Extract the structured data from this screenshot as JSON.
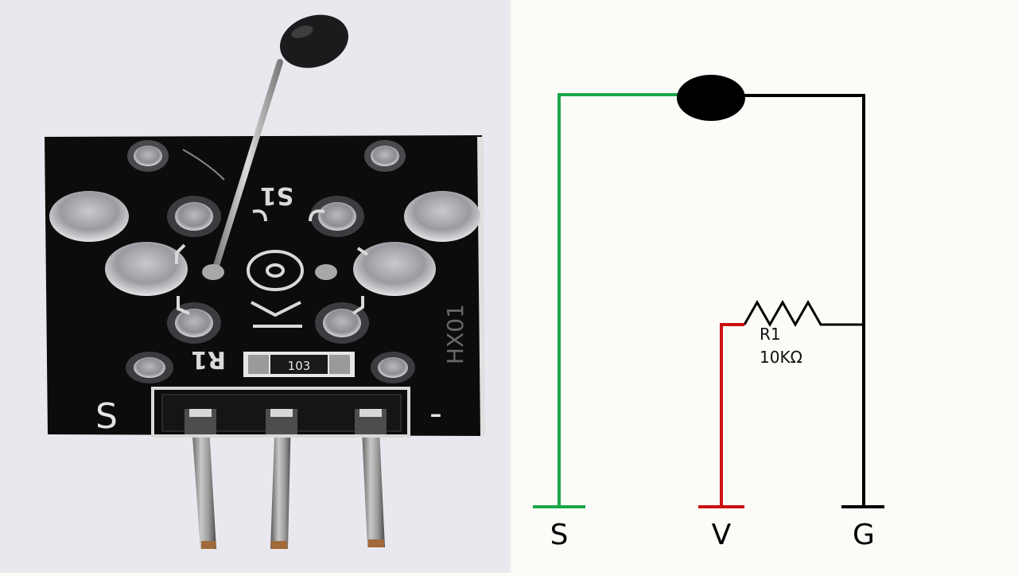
{
  "photo": {
    "silkscreen_s1": "S1",
    "silkscreen_r1": "R1",
    "silkscreen_s": "S",
    "silkscreen_minus": "-",
    "smd_code": "103",
    "vertical_marking": "HX01"
  },
  "schematic": {
    "resistor_ref": "R1",
    "resistor_value": "10KΩ",
    "terminals": [
      {
        "label": "S",
        "wire_color": "#1aa84a"
      },
      {
        "label": "V",
        "wire_color": "#cc1111"
      },
      {
        "label": "G",
        "wire_color": "#000000"
      }
    ]
  },
  "colors": {
    "signal_wire": "#1aa84a",
    "vcc_wire": "#cc1111",
    "ground_wire": "#000000",
    "board": "#0c0c0c",
    "photo_background": "#e9e8ee",
    "diagram_background": "#fbfbf7"
  }
}
